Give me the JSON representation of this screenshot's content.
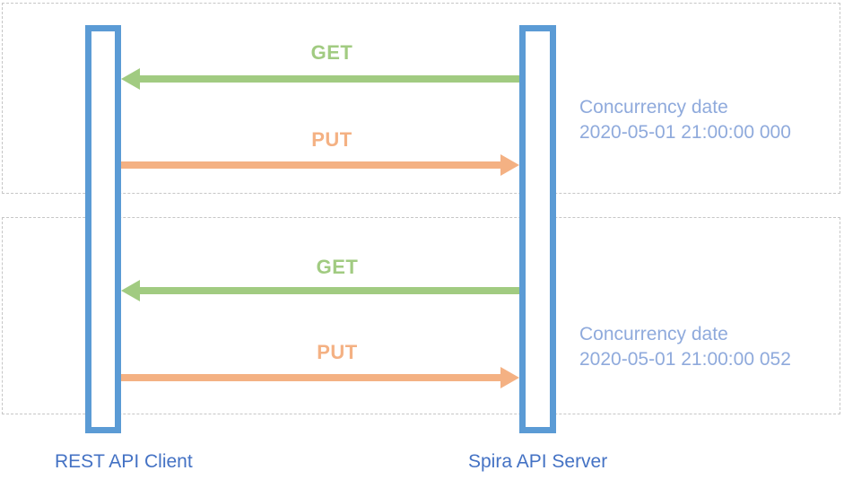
{
  "diagram": {
    "type": "sequence",
    "nodes": {
      "client_label": "REST API Client",
      "server_label": "Spira API Server"
    },
    "sequences": [
      {
        "get_label": "GET",
        "put_label": "PUT",
        "note_title": "Concurrency date",
        "note_timestamp": "2020-05-01 21:00:00 000"
      },
      {
        "get_label": "GET",
        "put_label": "PUT",
        "note_title": "Concurrency date",
        "note_timestamp": "2020-05-01 21:00:00 052"
      }
    ],
    "colors": {
      "bar_blue": "#5B9BD5",
      "label_blue": "#4472C4",
      "note_blue": "#8FAADC",
      "get_green": "#A1CB81",
      "put_orange": "#F4B183",
      "box_border": "#C6C6C6"
    }
  }
}
